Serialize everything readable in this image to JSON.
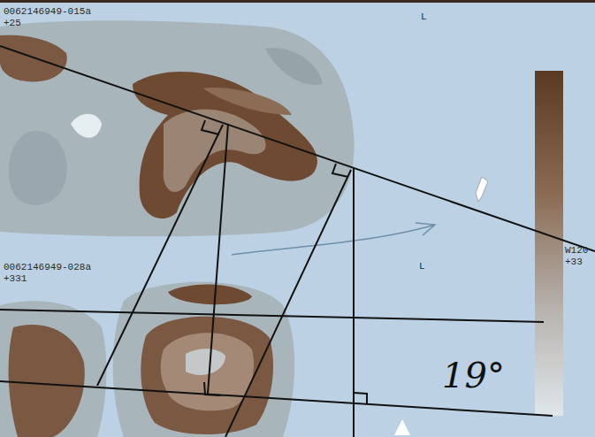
{
  "diagram": {
    "labels": [
      "0062146949-015a",
      "+25",
      "L",
      "0062146949-028a",
      "+331",
      "L",
      "W120",
      "+33",
      "19°"
    ]
  }
}
